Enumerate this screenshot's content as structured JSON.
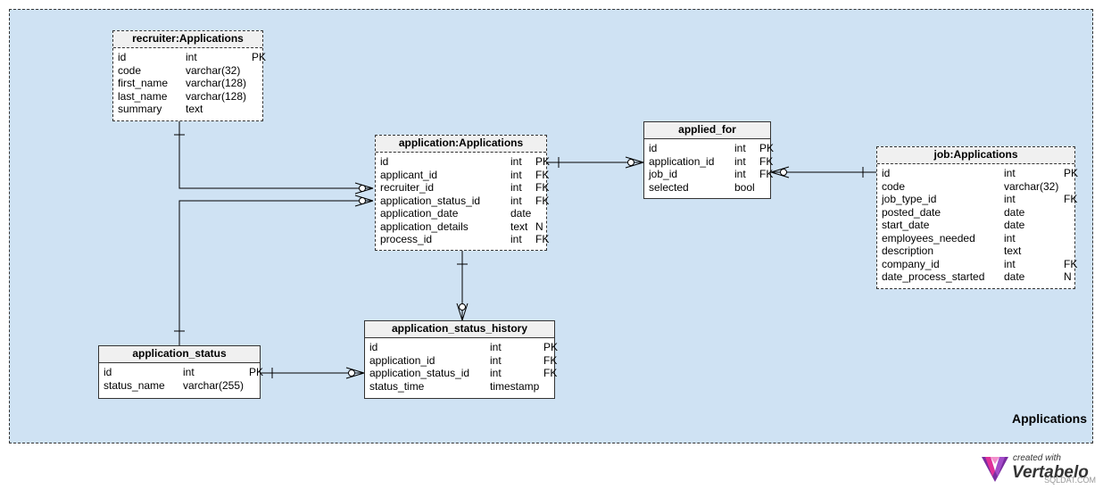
{
  "area": {
    "label": "Applications"
  },
  "tables": {
    "recruiter": {
      "title": "recruiter:Applications",
      "columns": [
        [
          "id",
          "int",
          "PK"
        ],
        [
          "code",
          "varchar(32)",
          ""
        ],
        [
          "first_name",
          "varchar(128)",
          ""
        ],
        [
          "last_name",
          "varchar(128)",
          ""
        ],
        [
          "summary",
          "text",
          ""
        ]
      ]
    },
    "application": {
      "title": "application:Applications",
      "columns": [
        [
          "id",
          "int",
          "PK"
        ],
        [
          "applicant_id",
          "int",
          "FK"
        ],
        [
          "recruiter_id",
          "int",
          "FK"
        ],
        [
          "application_status_id",
          "int",
          "FK"
        ],
        [
          "application_date",
          "date",
          ""
        ],
        [
          "application_details",
          "text",
          "N"
        ],
        [
          "process_id",
          "int",
          "FK"
        ]
      ]
    },
    "applied_for": {
      "title": "applied_for",
      "columns": [
        [
          "id",
          "int",
          "PK"
        ],
        [
          "application_id",
          "int",
          "FK"
        ],
        [
          "job_id",
          "int",
          "FK"
        ],
        [
          "selected",
          "bool",
          ""
        ]
      ]
    },
    "job": {
      "title": "job:Applications",
      "columns": [
        [
          "id",
          "int",
          "PK"
        ],
        [
          "code",
          "varchar(32)",
          ""
        ],
        [
          "job_type_id",
          "int",
          "FK"
        ],
        [
          "posted_date",
          "date",
          ""
        ],
        [
          "start_date",
          "date",
          ""
        ],
        [
          "employees_needed",
          "int",
          ""
        ],
        [
          "description",
          "text",
          ""
        ],
        [
          "company_id",
          "int",
          "FK"
        ],
        [
          "date_process_started",
          "date",
          "N"
        ]
      ]
    },
    "application_status": {
      "title": "application_status",
      "columns": [
        [
          "id",
          "int",
          "PK"
        ],
        [
          "status_name",
          "varchar(255)",
          ""
        ]
      ]
    },
    "application_status_history": {
      "title": "application_status_history",
      "columns": [
        [
          "id",
          "int",
          "PK"
        ],
        [
          "application_id",
          "int",
          "FK"
        ],
        [
          "application_status_id",
          "int",
          "FK"
        ],
        [
          "status_time",
          "timestamp",
          ""
        ]
      ]
    }
  },
  "branding": {
    "created_with": "created with",
    "name": "Vertabelo",
    "watermark": "SQLDAT.COM"
  },
  "colors": {
    "area_bg": "#cfe2f3",
    "header_bg": "#f0f0f0",
    "line": "#000000"
  }
}
